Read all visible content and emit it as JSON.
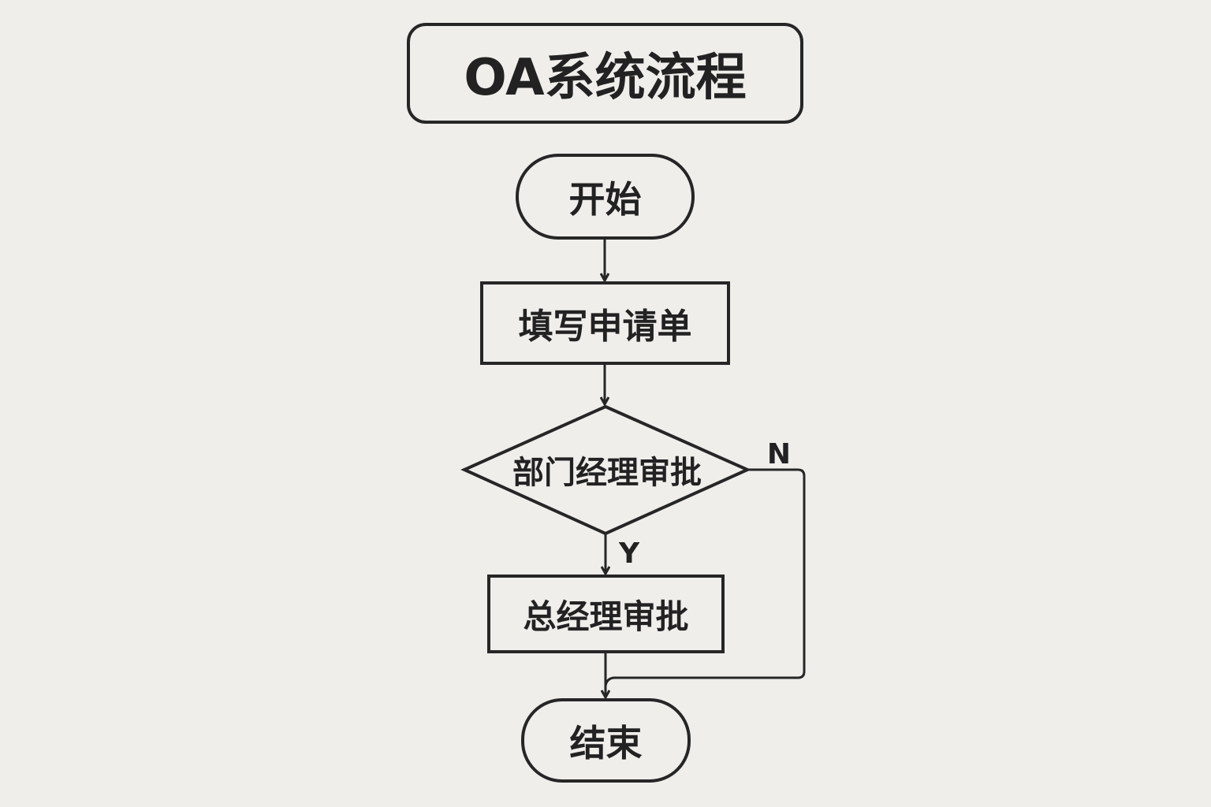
{
  "title": "OA系统流程",
  "nodes": {
    "start": "开始",
    "fill_form": "填写申请单",
    "dept_approval": "部门经理审批",
    "gm_approval": "总经理审批",
    "end": "结束"
  },
  "edge_labels": {
    "yes": "Y",
    "no": "N"
  },
  "colors": {
    "stroke": "#262626",
    "background": "#efeeeb"
  }
}
